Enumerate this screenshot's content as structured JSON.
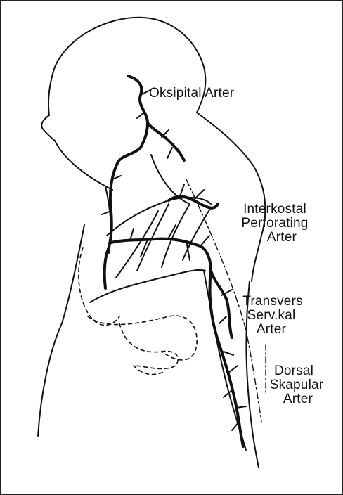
{
  "labels": {
    "oksipital": "Oksipital Arter",
    "interkostal_1": "Interkostal",
    "interkostal_2": "Perforating",
    "interkostal_3": "Arter",
    "transvers_1": "Transvers",
    "transvers_2": "Serv.kal",
    "transvers_3": "Arter",
    "dorsal_1": "Dorsal",
    "dorsal_2": "Skapular",
    "dorsal_3": "Arter"
  },
  "colors": {
    "ink": "#111111",
    "border": "#222222",
    "background": "#ffffff"
  }
}
